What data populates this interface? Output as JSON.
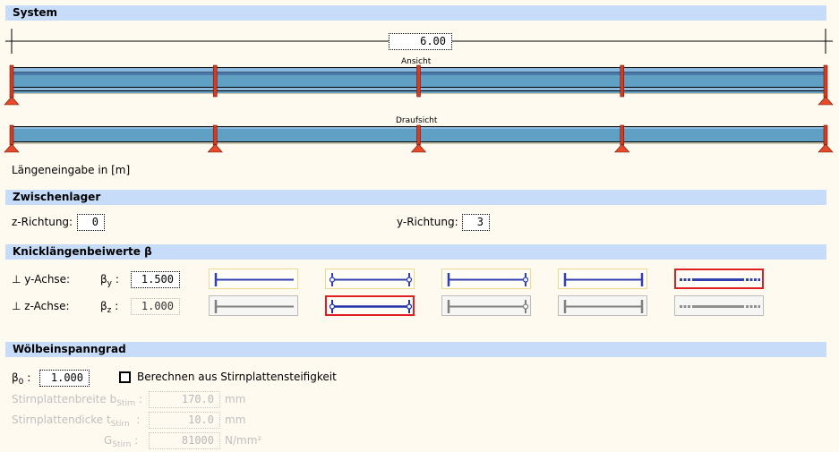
{
  "sections": {
    "system": "System",
    "zwischenlager": "Zwischenlager",
    "knick": "Knicklängenbeiwerte β",
    "woelb": "Wölbeinspanngrad"
  },
  "system": {
    "length": "6.00",
    "view_label": "Ansicht",
    "plan_label": "Draufsicht",
    "unit_note": "Längeneingabe in [m]",
    "spans": 4
  },
  "zwischenlager": {
    "z_label": "z-Richtung:",
    "z_value": "0",
    "y_label": "y-Richtung:",
    "y_value": "3"
  },
  "knick": {
    "y_axis_label": "⊥ y-Achse:",
    "z_axis_label": "⊥ z-Achse:",
    "beta_y_label": "β",
    "beta_y_sub": "y",
    "beta_y_value": "1.500",
    "beta_z_label": "β",
    "beta_z_sub": "z",
    "beta_z_value": "1.000",
    "colon": ":",
    "selected_y_option": 5,
    "selected_z_option": 2
  },
  "woelb": {
    "beta0_label": "β",
    "beta0_sub": "0",
    "beta0_value": "1.000",
    "checkbox_label": "Berechnen aus Stirnplattensteifigkeit",
    "checkbox_checked": false,
    "breite_label": "Stirnplattenbreite b",
    "breite_sub": "Stirn",
    "breite_value": "170.0",
    "breite_unit": "mm",
    "dicke_label": "Stirnplattendicke t",
    "dicke_sub": "Stirn",
    "dicke_value": "10.0",
    "dicke_unit": "mm",
    "g_label": "G",
    "g_sub": "Stirn",
    "g_value": "81000",
    "g_unit": "N/mm²",
    "colon": ":"
  },
  "colors": {
    "header": "#c6dcf8",
    "beam": "#5fa0c4",
    "support": "#d83a20",
    "active_line": "#3040b0",
    "inactive_line": "#808080",
    "selected_border": "#e02020"
  }
}
